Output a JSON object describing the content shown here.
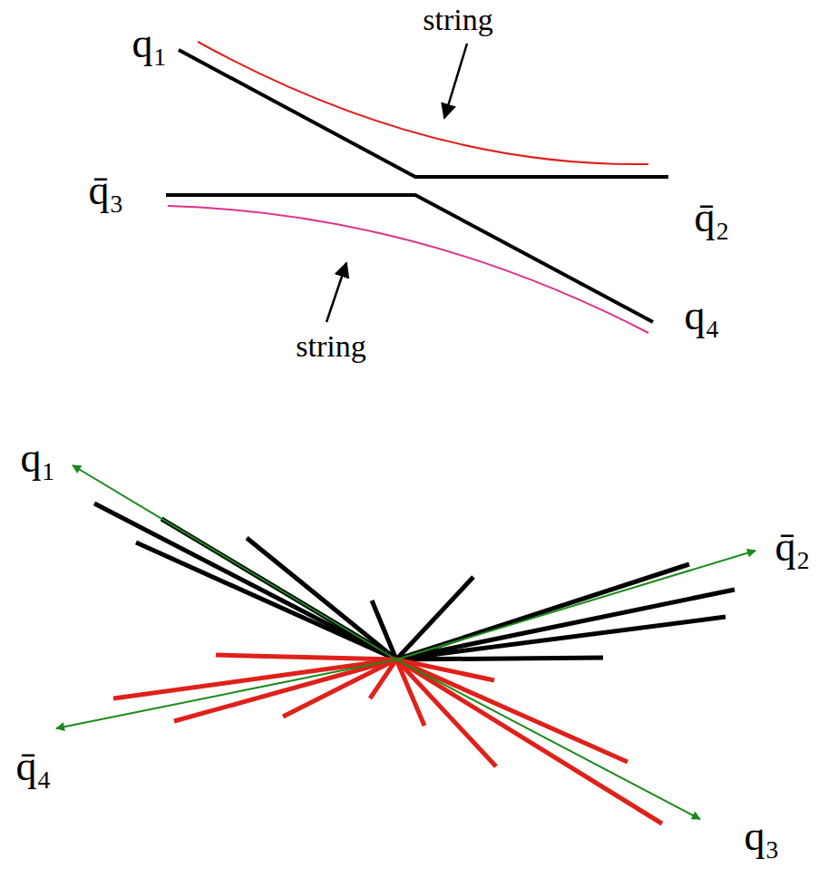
{
  "diagram": {
    "labels": [
      "q₁",
      "string",
      "q̄₃",
      "q̄₂",
      "string",
      "q₄",
      "q₁",
      "q̄₂",
      "q̄₄",
      "q₃"
    ]
  }
}
